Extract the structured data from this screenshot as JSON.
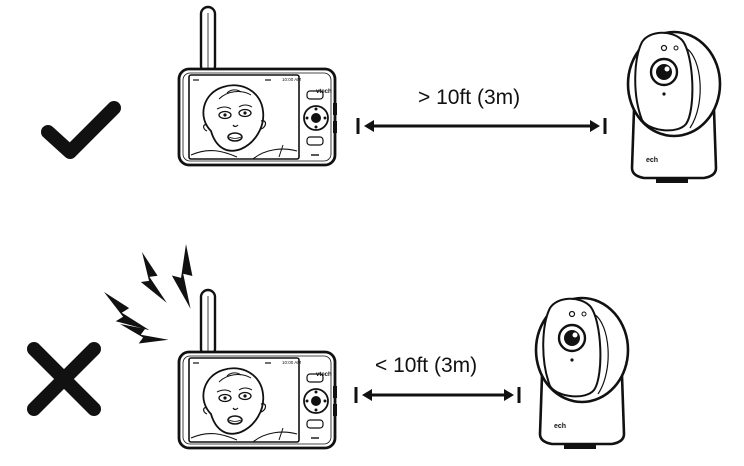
{
  "rows": [
    {
      "status": "ok",
      "status_icon": "checkmark-icon",
      "distance_label": "> 10ft (3m)",
      "monitor": {
        "brand": "vtech",
        "status_time": "10:00 AM"
      },
      "camera": {
        "brand": "ech"
      }
    },
    {
      "status": "bad",
      "status_icon": "cross-icon",
      "interference_icon": "lightning-bolts-icon",
      "distance_label": "< 10ft (3m)",
      "monitor": {
        "brand": "vtech",
        "status_time": "10:00 AM"
      },
      "camera": {
        "brand": "ech"
      }
    }
  ],
  "colors": {
    "ink": "#111111",
    "background": "#ffffff"
  }
}
